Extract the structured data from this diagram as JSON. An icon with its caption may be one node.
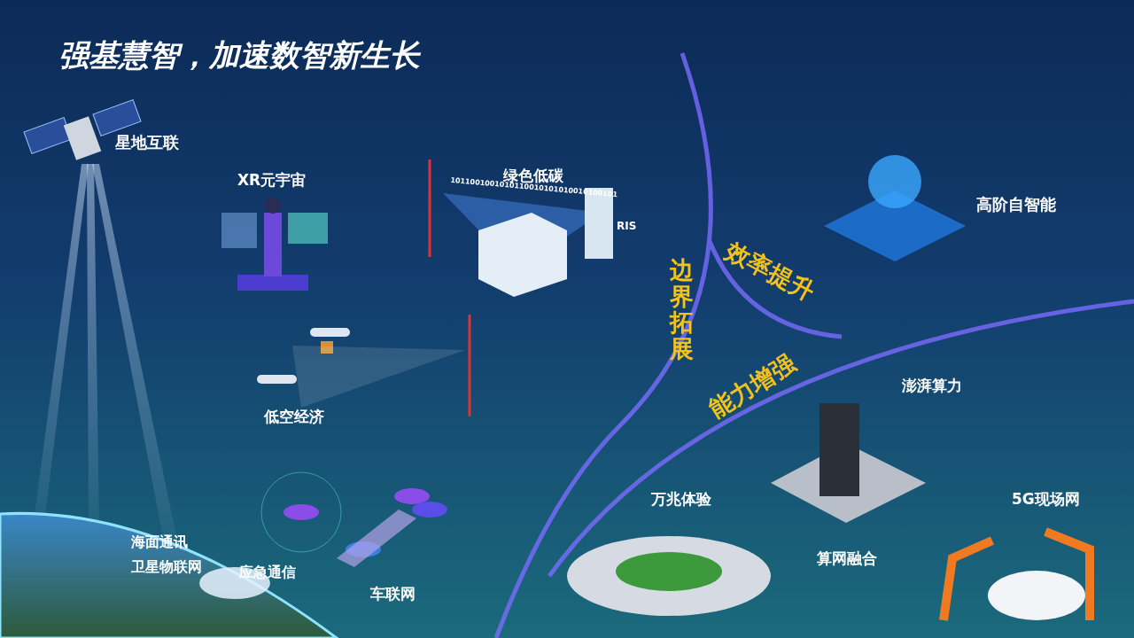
{
  "diagram": {
    "title": "强基慧智，加速数智新生长",
    "labels": [
      "星地互联",
      "XR元宇宙",
      "绿色低碳",
      "1011001001010110010101010010100101",
      "RIS",
      "高阶自智能",
      "边界拓展",
      "效率提升",
      "能力增强",
      "低空经济",
      "澎湃算力",
      "万兆体验",
      "5G现场网",
      "算网融合",
      "海面通讯",
      "卫星物联网",
      "应急通信",
      "车联网"
    ]
  }
}
